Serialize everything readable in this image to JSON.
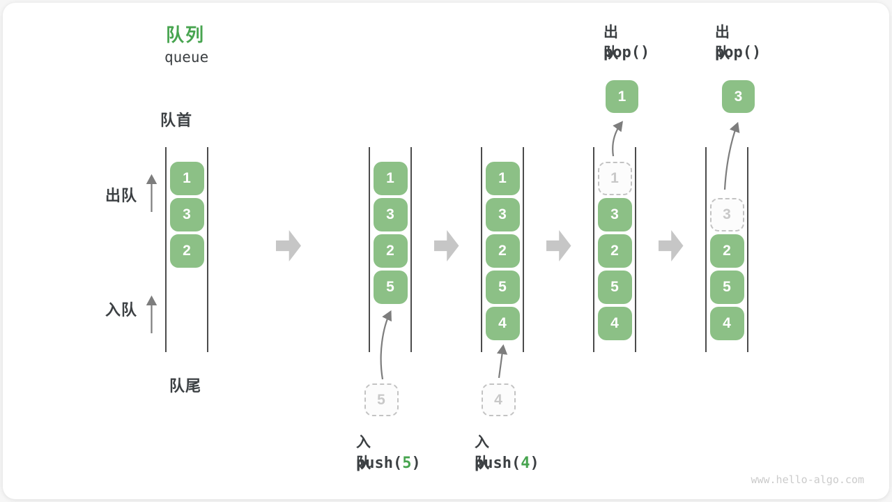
{
  "title": {
    "zh": "队列",
    "en": "queue"
  },
  "side_labels": {
    "front": "队首",
    "rear": "队尾",
    "dequeue": "出队",
    "enqueue": "入队"
  },
  "watermark": "www.hello-algo.com",
  "colors": {
    "box_green": "#8CC086",
    "title_green": "#47A44F",
    "text_dark": "#3C4043",
    "channel_line": "#4B4B4B",
    "thin_arrow": "#7D7D7D",
    "block_arrow": "#C6C6C6",
    "dashed_border": "#C3C3C3",
    "dashed_text": "#C8C8C8",
    "watermark_gray": "#CBCBCB"
  },
  "states": [
    {
      "name": "initial",
      "slots": [
        {
          "row": 0,
          "v": "1",
          "dashed": false
        },
        {
          "row": 1,
          "v": "3",
          "dashed": false
        },
        {
          "row": 2,
          "v": "2",
          "dashed": false
        }
      ]
    },
    {
      "name": "after-push-5",
      "slots": [
        {
          "row": 0,
          "v": "1",
          "dashed": false
        },
        {
          "row": 1,
          "v": "3",
          "dashed": false
        },
        {
          "row": 2,
          "v": "2",
          "dashed": false
        },
        {
          "row": 3,
          "v": "5",
          "dashed": false
        }
      ],
      "pending": {
        "v": "5"
      },
      "op": {
        "zh": "入队",
        "code_pre": "push(",
        "arg": "5",
        "code_post": ")",
        "position": "bottom"
      }
    },
    {
      "name": "after-push-4",
      "slots": [
        {
          "row": 0,
          "v": "1",
          "dashed": false
        },
        {
          "row": 1,
          "v": "3",
          "dashed": false
        },
        {
          "row": 2,
          "v": "2",
          "dashed": false
        },
        {
          "row": 3,
          "v": "5",
          "dashed": false
        },
        {
          "row": 4,
          "v": "4",
          "dashed": false
        }
      ],
      "pending": {
        "v": "4"
      },
      "op": {
        "zh": "入队",
        "code_pre": "push(",
        "arg": "4",
        "code_post": ")",
        "position": "bottom"
      }
    },
    {
      "name": "after-pop-1",
      "slots": [
        {
          "row": 0,
          "v": "1",
          "dashed": true
        },
        {
          "row": 1,
          "v": "3",
          "dashed": false
        },
        {
          "row": 2,
          "v": "2",
          "dashed": false
        },
        {
          "row": 3,
          "v": "5",
          "dashed": false
        },
        {
          "row": 4,
          "v": "4",
          "dashed": false
        }
      ],
      "popped": {
        "v": "1"
      },
      "op": {
        "zh": "出队",
        "code_pre": "pop()",
        "arg": "",
        "code_post": "",
        "position": "top"
      }
    },
    {
      "name": "after-pop-3",
      "slots": [
        {
          "row": 1,
          "v": "3",
          "dashed": true
        },
        {
          "row": 2,
          "v": "2",
          "dashed": false
        },
        {
          "row": 3,
          "v": "5",
          "dashed": false
        },
        {
          "row": 4,
          "v": "4",
          "dashed": false
        }
      ],
      "popped": {
        "v": "3"
      },
      "op": {
        "zh": "出队",
        "code_pre": "pop()",
        "arg": "",
        "code_post": "",
        "position": "top"
      }
    }
  ]
}
